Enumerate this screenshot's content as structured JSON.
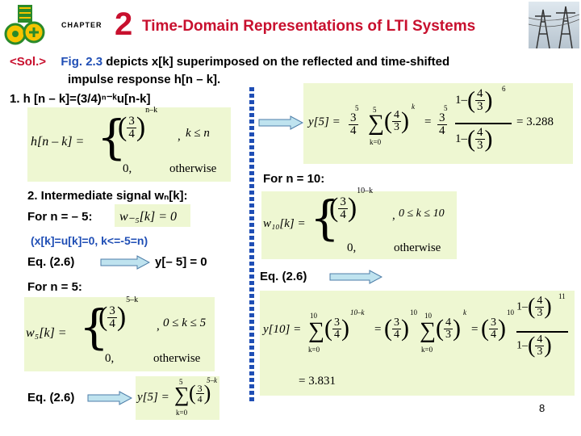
{
  "header": {
    "chapter_label": "CHAPTER",
    "chapter_number": "2",
    "title": "Time-Domain Representations of LTI Systems",
    "logo_icon": "gear-logo-icon",
    "photo_icon": "power-towers-photo"
  },
  "sol_label": "<Sol.>",
  "intro": {
    "fig_ref": "Fig. 2.3",
    "line1_rest": " depicts x[k] superimposed on the reflected and time-shifted",
    "line2": "impulse response h[n – k]."
  },
  "step1": "1. h [n – k]=(3/4)ⁿ⁻ᵏu[n-k]",
  "h_eq": {
    "lhs": "h[n – k] =",
    "base_num": "3",
    "base_den": "4",
    "exp": "n–k",
    "cond1": "k ≤ n",
    "case2_val": "0,",
    "cond2": "otherwise"
  },
  "step2": "2. Intermediate signal wₙ[k]:",
  "case_neg5": {
    "label": "For n = – 5:",
    "eq": "w₋₅[k] = 0",
    "note": "(x[k]=u[k]=0, k<=-5=n)",
    "eq_ref": "Eq. (2.6)",
    "result": "y[– 5] = 0"
  },
  "case_5": {
    "label": "For n =  5:",
    "lhs": "w₅[k] =",
    "exp": "5–k",
    "cond1": "0 ≤ k ≤ 5",
    "case2_val": "0,",
    "cond2": "otherwise",
    "eq_ref": "Eq. (2.6)",
    "sum_lhs": "y[5] =",
    "sum_top": "5",
    "sum_bottom": "k=0",
    "sum_exp": "5–k"
  },
  "case_5_result": {
    "lhs": "y[5] =",
    "coef_exp": "5",
    "sum_top": "5",
    "sum_bottom": "k=0",
    "k_exp": "k",
    "one": "1",
    "minus": "–",
    "top_exp": "6",
    "result": "= 3.288"
  },
  "case_10": {
    "label": "For n = 10:",
    "lhs": "w₁₀[k] =",
    "exp": "10–k",
    "cond1": "0 ≤ k ≤ 10",
    "case2_val": "0,",
    "cond2": "otherwise",
    "eq_ref": "Eq. (2.6)"
  },
  "case_10_result": {
    "lhs": "y[10] =",
    "sum_top": "10",
    "sum_bottom": "k=0",
    "exp1": "10–k",
    "coef_exp": "10",
    "k_exp": "k",
    "top_exp": "11",
    "result": "= 3.831"
  },
  "page_number": "8",
  "colors": {
    "chapter_red": "#c8102e",
    "title_red": "#c8102e",
    "fig_ref_blue": "#1f4eb5",
    "eq_box_bg": "#eef7d2",
    "arrow_fill": "#bfe3ef",
    "dotted_divider": "#1f4eb5"
  }
}
